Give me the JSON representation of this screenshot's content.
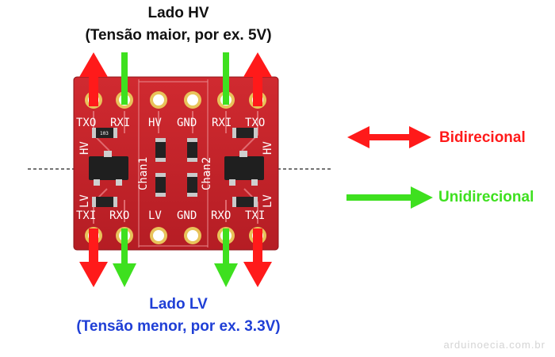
{
  "hv_side": {
    "title": "Lado HV",
    "subtitle": "(Tensão maior, por ex. 5V)"
  },
  "lv_side": {
    "title": "Lado LV",
    "subtitle": "(Tensão menor, por ex. 3.3V)"
  },
  "legend": {
    "bidirectional": {
      "label": "Bidirecional",
      "color": "#ff1a1a"
    },
    "unidirectional": {
      "label": "Unidirecional",
      "color": "#3ee01f"
    }
  },
  "board": {
    "color": "#c8242b",
    "top_pins": [
      "TXO",
      "RXI",
      "HV",
      "GND",
      "RXI",
      "TXO"
    ],
    "bottom_pins": [
      "TXI",
      "RXO",
      "LV",
      "GND",
      "RXO",
      "TXI"
    ],
    "channels": [
      "Chan1",
      "Chan2"
    ],
    "side_left_top": "HV",
    "side_left_bottom": "LV",
    "side_right_top": "HV",
    "side_right_bottom": "LV",
    "resistor_code": "103"
  },
  "watermark": "arduinoecia.com.br"
}
